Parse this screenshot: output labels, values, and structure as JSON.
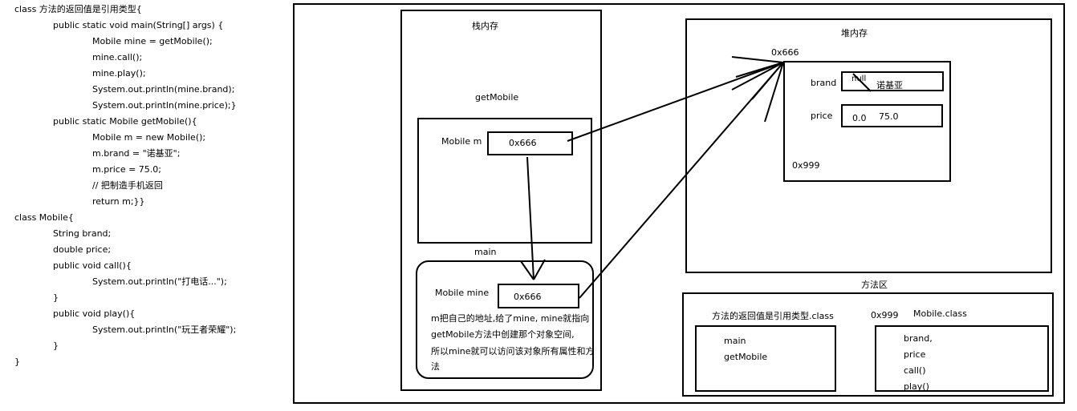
{
  "code": {
    "lines": [
      "class 方法的返回值是引用类型{",
      "public static void main(String[] args) {",
      "Mobile mine =  getMobile();",
      "mine.call();",
      "mine.play();",
      "System.out.println(mine.brand);",
      "System.out.println(mine.price);}",
      "public static Mobile getMobile(){",
      "Mobile m = new Mobile();",
      "m.brand = \"诺基亚\";",
      "m.price = 75.0;",
      "// 把制造手机返回",
      "return m;}}",
      "class  Mobile{",
      "String brand;",
      "double price;",
      "public void call(){",
      "System.out.println(\"打电话...\");",
      "}",
      "public void play(){",
      "System.out.println(\"玩王者荣耀\");",
      "}",
      "}"
    ]
  },
  "stack": {
    "title": "栈内存",
    "getmobile_label": "getMobile",
    "m_label": "Mobile m",
    "m_value": "0x666",
    "main_label": "main",
    "mine_label": "Mobile mine",
    "mine_value": "0x666",
    "note_lines": [
      "m把自己的地址,给了mine, mine就指向",
      "getMobile方法中创建那个对象空间,",
      "所以mine就可以访问该对象所有属性和方",
      "法"
    ]
  },
  "heap": {
    "title": "堆内存",
    "address": "0x666",
    "brand_label": "brand",
    "brand_old": "null",
    "brand_value": "诺基亚",
    "price_label": "price",
    "price_old": "0.0",
    "price_value": "75.0",
    "class_ref": "0x999"
  },
  "method_area": {
    "title": "方法区",
    "class1_name": "方法的返回值是引用类型.class",
    "class1_methods": [
      "main",
      "getMobile"
    ],
    "class2_address": "0x999",
    "class2_name": "Mobile.class",
    "class2_members": [
      "brand,",
      "price",
      "call()",
      "play()"
    ]
  }
}
